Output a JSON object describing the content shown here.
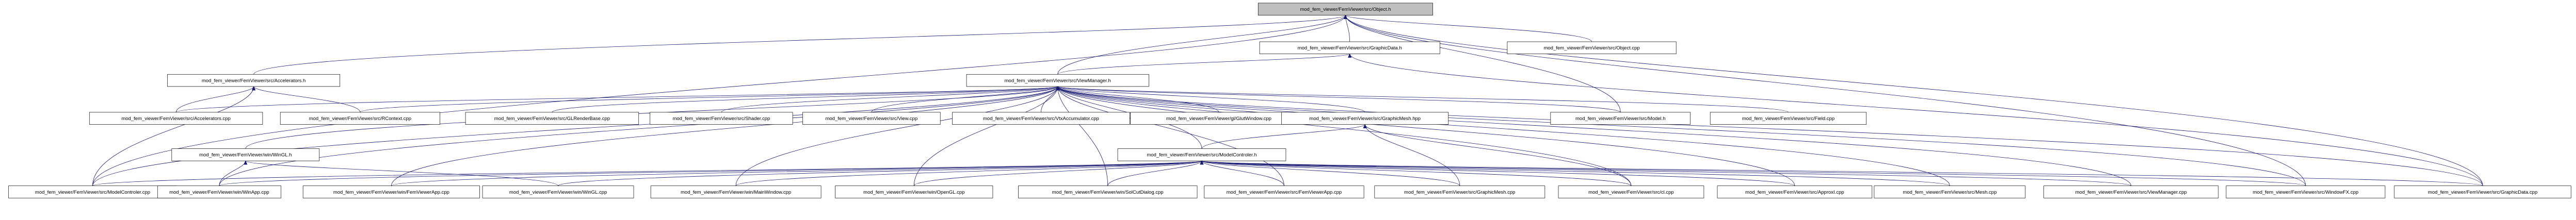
{
  "colors": {
    "background": "#ffffff",
    "node_fill": "#ffffff",
    "root_fill": "#bfbfbf",
    "node_border": "#000000",
    "edge": "#191970",
    "text": "#000000"
  },
  "nodes": [
    {
      "id": "n1",
      "label": "mod_fem_viewer/FemViewer/src/Object.h",
      "root": true
    },
    {
      "id": "n2",
      "label": "mod_fem_viewer/FemViewer/src/GraphicData.h"
    },
    {
      "id": "n3",
      "label": "mod_fem_viewer/FemViewer/src/Object.cpp"
    },
    {
      "id": "n4",
      "label": "mod_fem_viewer/FemViewer/src/Accelerators.h"
    },
    {
      "id": "n5",
      "label": "mod_fem_viewer/FemViewer/src/ViewManager.h"
    },
    {
      "id": "n6",
      "label": "mod_fem_viewer/FemViewer/src/Accelerators.cpp"
    },
    {
      "id": "n7",
      "label": "mod_fem_viewer/FemViewer/src/RContext.cpp"
    },
    {
      "id": "n8",
      "label": "mod_fem_viewer/FemViewer/src/GLRenderBase.cpp"
    },
    {
      "id": "n9",
      "label": "mod_fem_viewer/FemViewer/src/Shader.cpp"
    },
    {
      "id": "n10",
      "label": "mod_fem_viewer/FemViewer/src/View.cpp"
    },
    {
      "id": "n11",
      "label": "mod_fem_viewer/FemViewer/src/VtxAccumulator.cpp"
    },
    {
      "id": "n12",
      "label": "mod_fem_viewer/FemViewer/gl/GlutWindow.cpp"
    },
    {
      "id": "n13",
      "label": "mod_fem_viewer/FemViewer/src/GraphicMesh.hpp"
    },
    {
      "id": "n14",
      "label": "mod_fem_viewer/FemViewer/src/Model.h"
    },
    {
      "id": "n15",
      "label": "mod_fem_viewer/FemViewer/src/Field.cpp"
    },
    {
      "id": "n16",
      "label": "mod_fem_viewer/FemViewer/win/WinGL.h"
    },
    {
      "id": "n17",
      "label": "mod_fem_viewer/FemViewer/src/ModelControler.h"
    },
    {
      "id": "n18",
      "label": "mod_fem_viewer/FemViewer/src/ModelControler.cpp"
    },
    {
      "id": "n19",
      "label": "mod_fem_viewer/FemViewer/win/WinApp.cpp"
    },
    {
      "id": "n20",
      "label": "mod_fem_viewer/FemViewer/win/FemViewerApp.cpp"
    },
    {
      "id": "n21",
      "label": "mod_fem_viewer/FemViewer/win/WinGL.cpp"
    },
    {
      "id": "n22",
      "label": "mod_fem_viewer/FemViewer/win/MainWindow.cpp"
    },
    {
      "id": "n23",
      "label": "mod_fem_viewer/FemViewer/win/OpenGL.cpp"
    },
    {
      "id": "n24",
      "label": "mod_fem_viewer/FemViewer/win/SolCutDialog.cpp"
    },
    {
      "id": "n25",
      "label": "mod_fem_viewer/FemViewer/src/FemViewerApp.cpp"
    },
    {
      "id": "n26",
      "label": "mod_fem_viewer/FemViewer/src/GraphicMesh.cpp"
    },
    {
      "id": "n27",
      "label": "mod_fem_viewer/FemViewer/src/cl.cpp"
    },
    {
      "id": "n28",
      "label": "mod_fem_viewer/FemViewer/src/ApproxI.cpp"
    },
    {
      "id": "n29",
      "label": "mod_fem_viewer/FemViewer/src/Mesh.cpp"
    },
    {
      "id": "n30",
      "label": "mod_fem_viewer/FemViewer/src/ViewManager.cpp"
    },
    {
      "id": "n31",
      "label": "mod_fem_viewer/FemViewer/src/WindowFX.cpp"
    },
    {
      "id": "n32",
      "label": "mod_fem_viewer/FemViewer/src/GraphicData.cpp"
    }
  ],
  "edges": [
    [
      "n2",
      "n1"
    ],
    [
      "n3",
      "n1"
    ],
    [
      "n4",
      "n1"
    ],
    [
      "n5",
      "n1"
    ],
    [
      "n14",
      "n1"
    ],
    [
      "n18",
      "n1"
    ],
    [
      "n32",
      "n1"
    ],
    [
      "n31",
      "n1"
    ],
    [
      "n5",
      "n2"
    ],
    [
      "n32",
      "n2"
    ],
    [
      "n6",
      "n4"
    ],
    [
      "n7",
      "n4"
    ],
    [
      "n18",
      "n4"
    ],
    [
      "n6",
      "n5"
    ],
    [
      "n7",
      "n5"
    ],
    [
      "n8",
      "n5"
    ],
    [
      "n9",
      "n5"
    ],
    [
      "n10",
      "n5"
    ],
    [
      "n11",
      "n5"
    ],
    [
      "n12",
      "n5"
    ],
    [
      "n13",
      "n5"
    ],
    [
      "n14",
      "n5"
    ],
    [
      "n15",
      "n5"
    ],
    [
      "n16",
      "n5"
    ],
    [
      "n17",
      "n5"
    ],
    [
      "n18",
      "n5"
    ],
    [
      "n19",
      "n5"
    ],
    [
      "n20",
      "n5"
    ],
    [
      "n22",
      "n5"
    ],
    [
      "n23",
      "n5"
    ],
    [
      "n24",
      "n5"
    ],
    [
      "n25",
      "n5"
    ],
    [
      "n27",
      "n5"
    ],
    [
      "n28",
      "n5"
    ],
    [
      "n29",
      "n5"
    ],
    [
      "n30",
      "n5"
    ],
    [
      "n31",
      "n5"
    ],
    [
      "n32",
      "n5"
    ],
    [
      "n17",
      "n13"
    ],
    [
      "n26",
      "n13"
    ],
    [
      "n27",
      "n13"
    ],
    [
      "n19",
      "n16"
    ],
    [
      "n21",
      "n16"
    ],
    [
      "n18",
      "n17"
    ],
    [
      "n19",
      "n17"
    ],
    [
      "n20",
      "n17"
    ],
    [
      "n21",
      "n17"
    ],
    [
      "n22",
      "n17"
    ],
    [
      "n23",
      "n17"
    ],
    [
      "n24",
      "n17"
    ],
    [
      "n25",
      "n17"
    ],
    [
      "n26",
      "n17"
    ],
    [
      "n27",
      "n17"
    ],
    [
      "n28",
      "n17"
    ],
    [
      "n29",
      "n17"
    ],
    [
      "n30",
      "n17"
    ],
    [
      "n31",
      "n17"
    ],
    [
      "n32",
      "n17"
    ]
  ]
}
